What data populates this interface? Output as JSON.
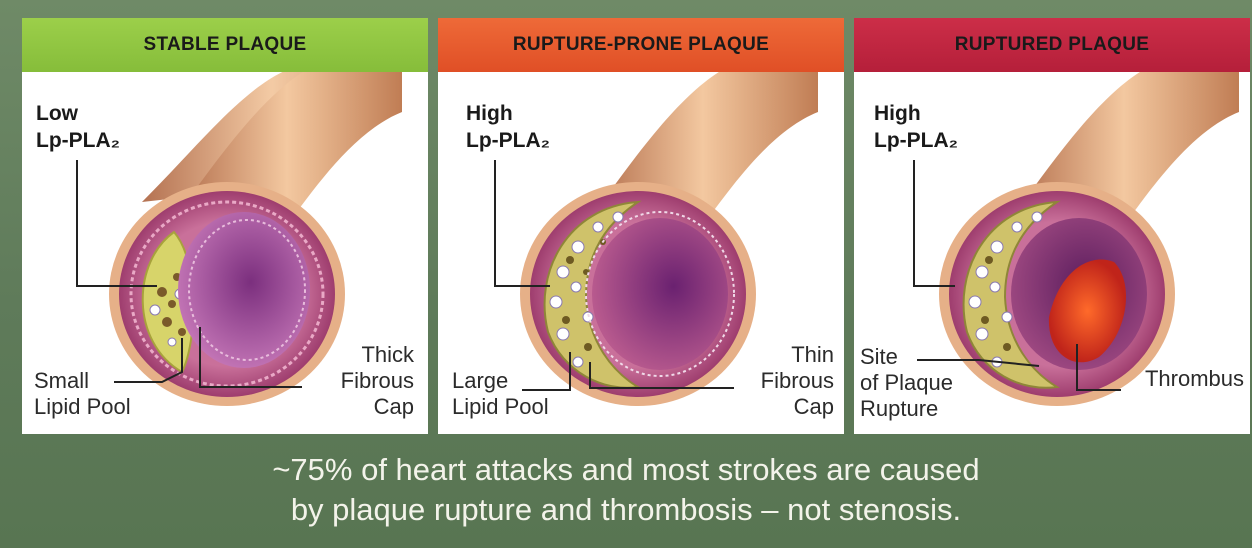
{
  "panels": [
    {
      "title": "STABLE PLAQUE",
      "header_color": "#8dc63f",
      "level_line1": "Low",
      "level_line2": "Lp-PLA₂",
      "left_label": [
        "Small",
        "Lipid Pool"
      ],
      "right_label": [
        "Thick",
        "Fibrous",
        "Cap"
      ]
    },
    {
      "title": "RUPTURE-PRONE PLAQUE",
      "header_color": "#e85a2c",
      "level_line1": "High",
      "level_line2": "Lp-PLA₂",
      "left_label": [
        "Large",
        "Lipid Pool"
      ],
      "right_label": [
        "Thin",
        "Fibrous",
        "Cap"
      ]
    },
    {
      "title": "RUPTURED PLAQUE",
      "header_color": "#c2243f",
      "level_line1": "High",
      "level_line2": "Lp-PLA₂",
      "left_label": [
        "Site",
        "of Plaque",
        "Rupture"
      ],
      "right_label": [
        "Thrombus"
      ]
    }
  ],
  "caption": {
    "line1": "~75% of heart attacks and most strokes are caused",
    "line2": "by plaque rupture and thrombosis – not stenosis."
  }
}
